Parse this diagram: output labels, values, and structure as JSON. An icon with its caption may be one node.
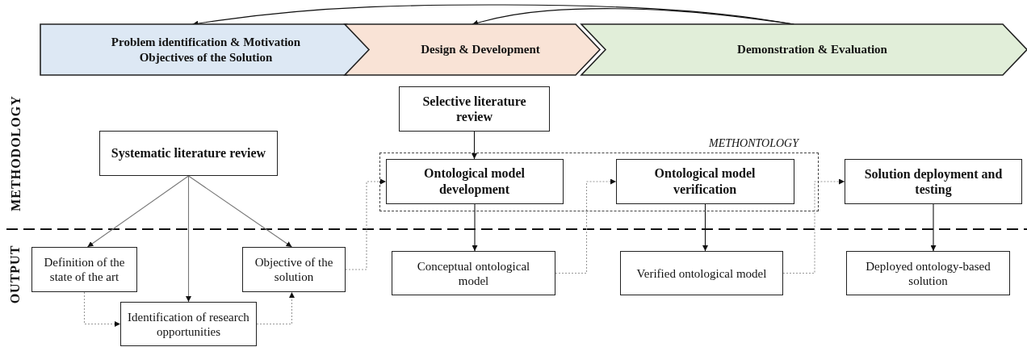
{
  "diagram": {
    "nodes": [
      {
        "text": [
          "Problem identification & Motivation",
          "Objectives of the Solution"
        ]
      },
      {
        "text": [
          "Design & Development"
        ]
      },
      {
        "text": [
          "Demonstration & Evaluation"
        ]
      },
      {
        "text": [
          "Systematic literature review"
        ]
      },
      {
        "text": [
          "Selective literature review"
        ]
      },
      {
        "text": [
          "METHONTOLOGY"
        ]
      },
      {
        "text": [
          "Ontological model development"
        ],
        "in": 5
      },
      {
        "text": [
          "Ontological model verification"
        ],
        "in": 5
      },
      {
        "text": [
          "Solution deployment and testing"
        ]
      },
      {
        "text": [
          "Definition of the state of the art"
        ]
      },
      {
        "text": [
          "Identification of research opportunities"
        ]
      },
      {
        "text": [
          "Objective of the solution"
        ]
      },
      {
        "text": [
          "Conceptual ontological model"
        ]
      },
      {
        "text": [
          "Verified ontological model"
        ]
      },
      {
        "text": [
          "Deployed ontology-based solution"
        ]
      }
    ],
    "edges": [
      {
        "from": 2,
        "to": 0,
        "arrow": "to"
      },
      {
        "from": 2,
        "to": 1,
        "arrow": "to"
      },
      {
        "from": 3,
        "to": 9,
        "arrow": "to",
        "color": "#777777"
      },
      {
        "from": 3,
        "to": 10,
        "arrow": "to",
        "color": "#777777"
      },
      {
        "from": 3,
        "to": 11,
        "arrow": "to",
        "color": "#777777"
      },
      {
        "from": 9,
        "to": 10,
        "arrow": "to",
        "style": "dashed",
        "color": "#999999"
      },
      {
        "from": 10,
        "to": 11,
        "arrow": "to",
        "style": "dashed",
        "color": "#999999"
      },
      {
        "from": 11,
        "to": 6,
        "arrow": "to",
        "style": "dashed",
        "color": "#999999"
      },
      {
        "from": 4,
        "to": 6,
        "arrow": "to"
      },
      {
        "from": 6,
        "to": 12,
        "arrow": "to"
      },
      {
        "from": 12,
        "to": 7,
        "arrow": "to",
        "style": "dashed",
        "color": "#999999"
      },
      {
        "from": 7,
        "to": 13,
        "arrow": "to"
      },
      {
        "from": 13,
        "to": 8,
        "arrow": "to",
        "style": "dashed",
        "color": "#999999"
      },
      {
        "from": 8,
        "to": 14,
        "arrow": "to"
      }
    ],
    "labels": [
      "METHODOLOGY",
      "OUTPUT"
    ]
  }
}
